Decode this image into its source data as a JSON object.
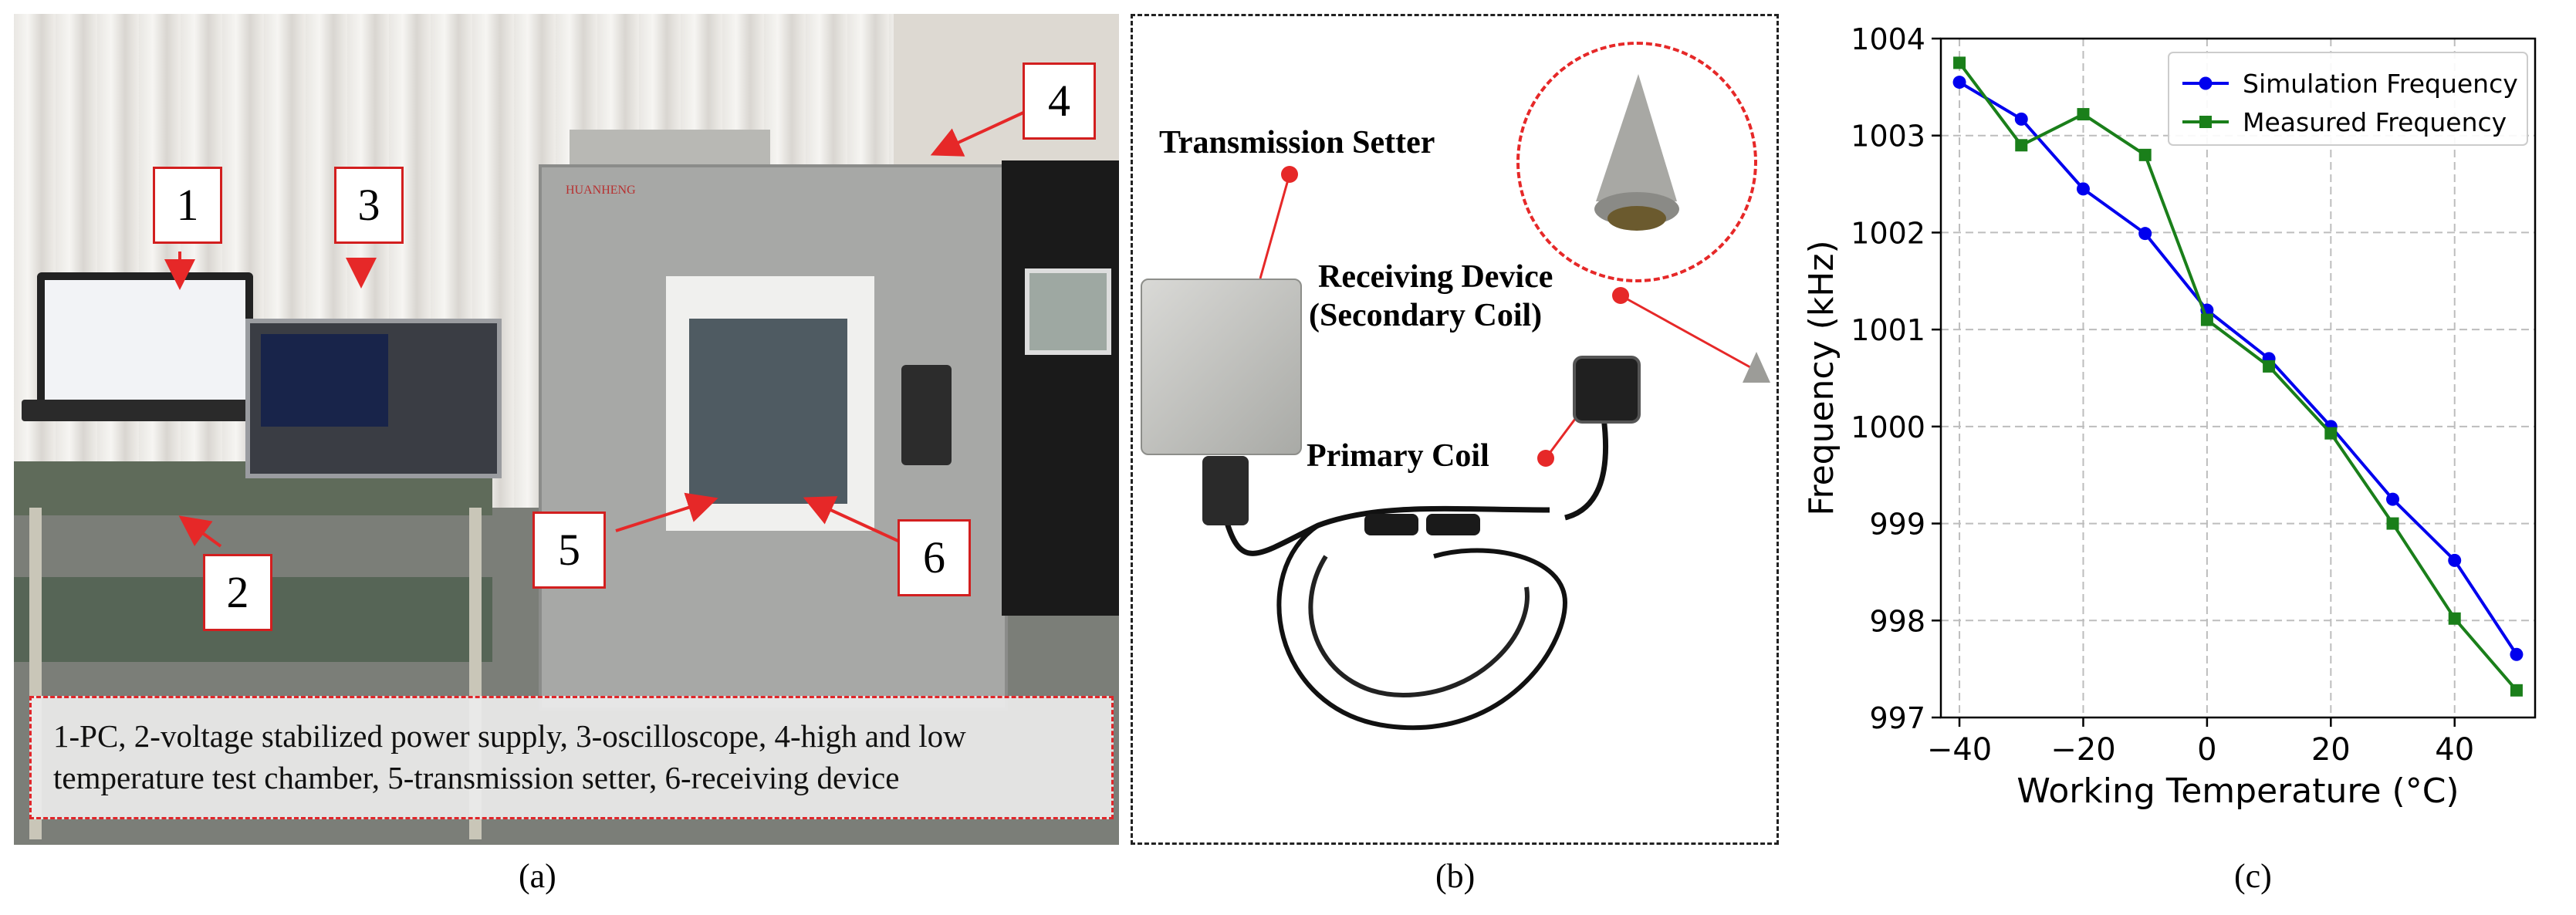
{
  "panel_a": {
    "label": "(a)",
    "number_tags": [
      "1",
      "2",
      "3",
      "4",
      "5",
      "6"
    ],
    "brand": "HUANHENG",
    "caption_line1": "1-PC, 2-voltage stabilized power supply, 3-oscilloscope, 4-high and low",
    "caption_line2": "temperature test chamber, 5-transmission setter, 6-receiving device"
  },
  "panel_b": {
    "label": "(b)",
    "transmission_setter": "Transmission Setter",
    "receiving_device_line1": "Receiving Device",
    "receiving_device_line2": "(Secondary Coil)",
    "primary_coil": "Primary Coil"
  },
  "panel_c": {
    "label": "(c)"
  },
  "colors": {
    "simulation": "#0000ee",
    "measured": "#1a7f1a",
    "annotation_red": "#e62828"
  },
  "chart_data": {
    "type": "line",
    "xlabel": "Working Temperature (°C)",
    "ylabel": "Frequency (kHz)",
    "xlim": [
      -43,
      53
    ],
    "ylim": [
      997,
      1004
    ],
    "xticks": [
      -40,
      -20,
      0,
      20,
      40
    ],
    "xtick_labels": [
      "−40",
      "−20",
      "0",
      "20",
      "40"
    ],
    "yticks": [
      997,
      998,
      999,
      1000,
      1001,
      1002,
      1003,
      1004
    ],
    "ytick_labels": [
      "997",
      "998",
      "999",
      "1000",
      "1001",
      "1002",
      "1003",
      "1004"
    ],
    "grid": true,
    "legend_position": "top-right",
    "x": [
      -40,
      -30,
      -20,
      -10,
      0,
      10,
      20,
      30,
      40,
      50
    ],
    "series": [
      {
        "name": "Simulation Frequency",
        "marker": "circle",
        "color": "#0000ee",
        "values": [
          1003.55,
          1003.17,
          1002.45,
          1001.99,
          1001.2,
          1000.7,
          1000.0,
          999.25,
          998.62,
          997.65
        ]
      },
      {
        "name": "Measured Frequency",
        "marker": "square",
        "color": "#1a7f1a",
        "values": [
          1003.75,
          1002.9,
          1003.22,
          1002.8,
          1001.1,
          1000.62,
          999.93,
          999.0,
          998.02,
          997.28
        ]
      }
    ]
  }
}
